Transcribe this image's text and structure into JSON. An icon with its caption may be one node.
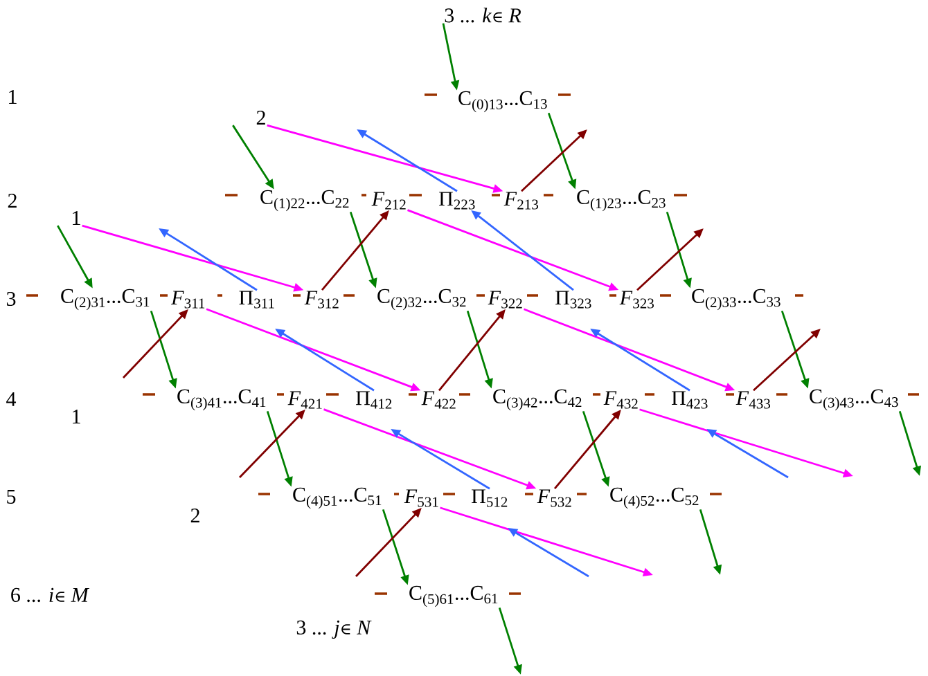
{
  "diagram": {
    "nodes": [
      {
        "text": [
          "3 ... *k*∈ *R*"
        ]
      },
      {
        "text": [
          "C$_{(0)13}$...C$_{13}$"
        ]
      },
      {
        "text": [
          "2"
        ]
      },
      {
        "text": [
          "C$_{(1)22}$...C$_{22}$"
        ]
      },
      {
        "text": [
          "*F*$_{212}$"
        ]
      },
      {
        "text": [
          "Π$_{223}$"
        ]
      },
      {
        "text": [
          "*F*$_{213}$"
        ]
      },
      {
        "text": [
          "C$_{(1)23}$...C$_{23}$"
        ]
      },
      {
        "text": [
          "1"
        ]
      },
      {
        "text": [
          "C$_{(2)31}$...C$_{31}$"
        ]
      },
      {
        "text": [
          "*F*$_{311}$"
        ]
      },
      {
        "text": [
          "Π$_{311}$"
        ]
      },
      {
        "text": [
          "*F*$_{312}$"
        ]
      },
      {
        "text": [
          "C$_{(2)32}$...C$_{32}$"
        ]
      },
      {
        "text": [
          "*F*$_{322}$"
        ]
      },
      {
        "text": [
          "Π$_{323}$"
        ]
      },
      {
        "text": [
          "*F*$_{323}$"
        ]
      },
      {
        "text": [
          "C$_{(2)33}$...C$_{33}$"
        ]
      },
      {
        "text": [
          "C$_{(3)41}$...C$_{41}$"
        ]
      },
      {
        "text": [
          "*F*$_{421}$"
        ]
      },
      {
        "text": [
          "Π$_{412}$"
        ]
      },
      {
        "text": [
          "*F*$_{422}$"
        ]
      },
      {
        "text": [
          "C$_{(3)42}$...C$_{42}$"
        ]
      },
      {
        "text": [
          "*F*$_{432}$"
        ]
      },
      {
        "text": [
          "Π$_{423}$"
        ]
      },
      {
        "text": [
          "*F*$_{433}$"
        ]
      },
      {
        "text": [
          "C$_{(3)43}$...C$_{43}$"
        ]
      },
      {
        "text": [
          "C$_{(4)51}$...C$_{51}$"
        ]
      },
      {
        "text": [
          "*F*$_{531}$"
        ]
      },
      {
        "text": [
          "Π$_{512}$"
        ]
      },
      {
        "text": [
          "*F*$_{532}$"
        ]
      },
      {
        "text": [
          "C$_{(4)52}$...C$_{52}$"
        ]
      },
      {
        "text": [
          "C$_{(5)61}$...C$_{61}$"
        ]
      }
    ],
    "edges": [
      {
        "from": 0,
        "to": 1,
        "arrow": "to",
        "color": "#008000"
      },
      {
        "from": 2,
        "to": 3,
        "arrow": "to",
        "color": "#008000"
      },
      {
        "from": 1,
        "to": 7,
        "arrow": "to",
        "color": "#008000"
      },
      {
        "from": 8,
        "to": 9,
        "arrow": "to",
        "color": "#008000"
      },
      {
        "from": 3,
        "to": 13,
        "arrow": "to",
        "color": "#008000"
      },
      {
        "from": 7,
        "to": 17,
        "arrow": "to",
        "color": "#008000"
      },
      {
        "from": 9,
        "to": 18,
        "arrow": "to",
        "color": "#008000"
      },
      {
        "from": 13,
        "to": 22,
        "arrow": "to",
        "color": "#008000"
      },
      {
        "from": 17,
        "to": 26,
        "arrow": "to",
        "color": "#008000"
      },
      {
        "from": 18,
        "to": 27,
        "arrow": "to",
        "color": "#008000"
      },
      {
        "from": 22,
        "to": 31,
        "arrow": "to",
        "color": "#008000"
      },
      {
        "from": 26,
        "to": null,
        "arrow": "to",
        "color": "#008000"
      },
      {
        "from": 27,
        "to": 32,
        "arrow": "to",
        "color": "#008000"
      },
      {
        "from": 31,
        "to": null,
        "arrow": "to",
        "color": "#008000"
      },
      {
        "from": 32,
        "to": null,
        "arrow": "to",
        "color": "#008000"
      },
      {
        "from": 6,
        "to": null,
        "arrow": "to",
        "color": "#800000"
      },
      {
        "from": 12,
        "to": 4,
        "arrow": "to",
        "color": "#800000"
      },
      {
        "from": 16,
        "to": null,
        "arrow": "to",
        "color": "#800000"
      },
      {
        "from": 21,
        "to": 14,
        "arrow": "to",
        "color": "#800000"
      },
      {
        "from": 25,
        "to": null,
        "arrow": "to",
        "color": "#800000"
      },
      {
        "from": null,
        "to": 10,
        "arrow": "to",
        "color": "#800000"
      },
      {
        "from": null,
        "to": 19,
        "arrow": "to",
        "color": "#800000"
      },
      {
        "from": 30,
        "to": 23,
        "arrow": "to",
        "color": "#800000"
      },
      {
        "from": null,
        "to": 28,
        "arrow": "to",
        "color": "#800000"
      },
      {
        "from": 2,
        "to": 6,
        "arrow": "to",
        "color": "#ff00ff"
      },
      {
        "from": 8,
        "to": 12,
        "arrow": "to",
        "color": "#ff00ff"
      },
      {
        "from": 4,
        "to": 16,
        "arrow": "to",
        "color": "#ff00ff"
      },
      {
        "from": 10,
        "to": 21,
        "arrow": "to",
        "color": "#ff00ff"
      },
      {
        "from": 14,
        "to": 25,
        "arrow": "to",
        "color": "#ff00ff"
      },
      {
        "from": 19,
        "to": 30,
        "arrow": "to",
        "color": "#ff00ff"
      },
      {
        "from": 23,
        "to": null,
        "arrow": "to",
        "color": "#ff00ff"
      },
      {
        "from": 28,
        "to": null,
        "arrow": "to",
        "color": "#ff00ff"
      },
      {
        "from": 5,
        "to": null,
        "arrow": "to",
        "color": "#3366ff"
      },
      {
        "from": 11,
        "to": null,
        "arrow": "to",
        "color": "#3366ff"
      },
      {
        "from": 15,
        "to": 5,
        "arrow": "to",
        "color": "#3366ff"
      },
      {
        "from": 20,
        "to": null,
        "arrow": "to",
        "color": "#3366ff"
      },
      {
        "from": 24,
        "to": null,
        "arrow": "to",
        "color": "#3366ff"
      },
      {
        "from": 29,
        "to": null,
        "arrow": "to",
        "color": "#3366ff"
      }
    ],
    "labels": [
      "1",
      "2",
      "3",
      "4",
      "1",
      "5",
      "2",
      "6 ... *i*∈ *M*",
      "3 ... *j*∈ *N*"
    ]
  }
}
